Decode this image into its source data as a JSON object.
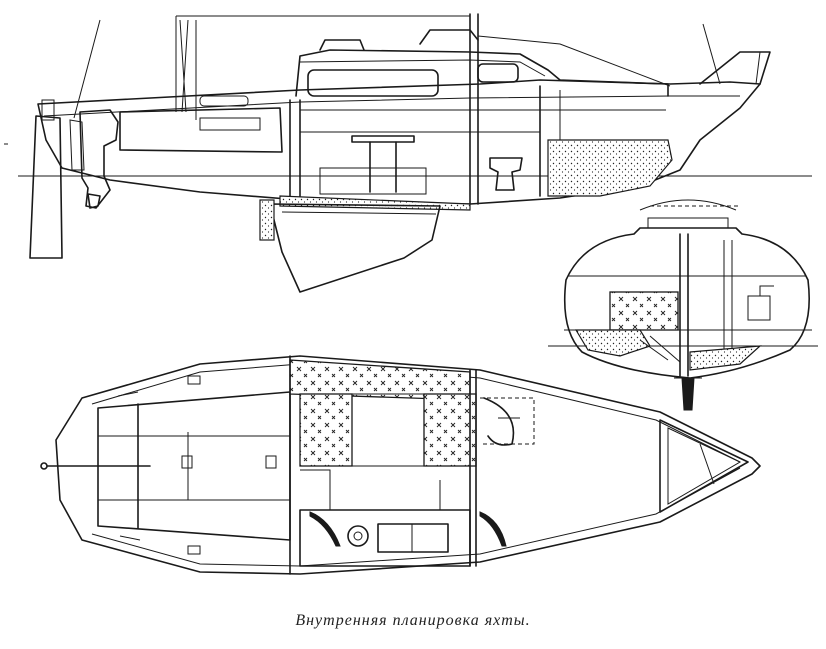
{
  "caption": "Внутренняя планировка яхты.",
  "colors": {
    "ink": "#1a1a1a",
    "paper": "#ffffff"
  },
  "views": {
    "profile": "side-section-view",
    "cross_section": "midship-cross-section-view",
    "plan": "deck-plan-view"
  }
}
